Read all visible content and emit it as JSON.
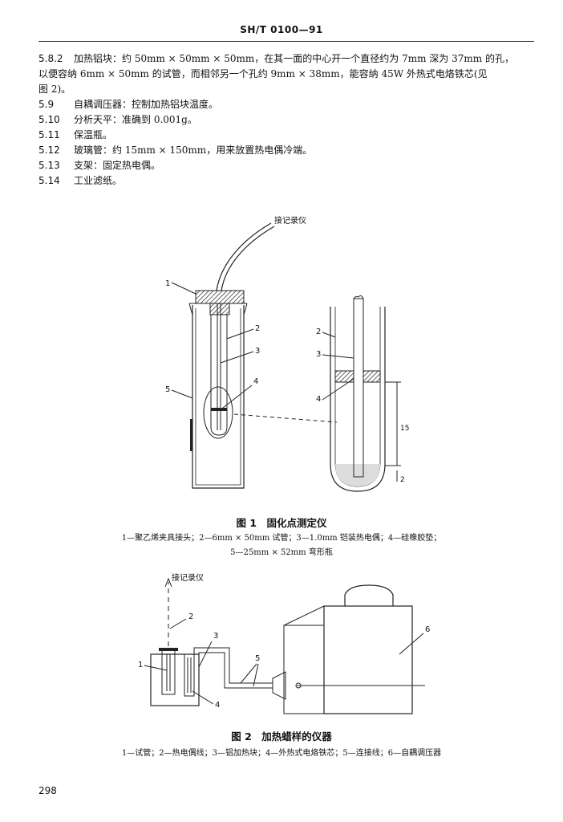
{
  "header": "SH/T 0100—91",
  "items": [
    {
      "num": "5.8.2",
      "text": "加热铝块：约 50mm × 50mm × 50mm，在其一面的中心开一个直径约为 7mm 深为 37mm 的孔，"
    },
    {
      "num": "",
      "text": "以便容纳 6mm × 50mm 的试管，而相邻另一个孔约 9mm × 38mm，能容纳 45W 外热式电烙铁芯(见"
    },
    {
      "num": "",
      "text": "图 2)。"
    },
    {
      "num": "5.9",
      "text": "自耦调压器：控制加热铝块温度。"
    },
    {
      "num": "5.10",
      "text": "分析天平：准确到 0.001g。"
    },
    {
      "num": "5.11",
      "text": "保温瓶。"
    },
    {
      "num": "5.12",
      "text": "玻璃管：约 15mm × 150mm，用来放置热电偶冷端。"
    },
    {
      "num": "5.13",
      "text": "支架：固定热电偶。"
    },
    {
      "num": "5.14",
      "text": "工业滤纸。"
    }
  ],
  "figure1": {
    "label_recorder": "接记录仪",
    "labels": [
      "1",
      "2",
      "3",
      "4",
      "5"
    ],
    "right_labels": [
      "2",
      "3",
      "4"
    ],
    "dim_15": "15",
    "dim_2": "2",
    "caption": "图 1　固化点测定仪",
    "legend_line1": "1—聚乙烯夹具接头；2—6mm × 50mm 试管；3—1.0mm 铠装热电偶；4—硅橡胶垫；",
    "legend_line2": "5—25mm × 52mm 弯形瓶"
  },
  "figure2": {
    "label_recorder": "接记录仪",
    "labels": [
      "1",
      "2",
      "3",
      "4",
      "5",
      "6"
    ],
    "caption": "图 2　加热蜡样的仪器",
    "legend": "1—试管；2—热电偶线；3—铝加热块；4—外热式电烙铁芯；5—连接线；6—自耦调压器"
  },
  "page_number": "298"
}
